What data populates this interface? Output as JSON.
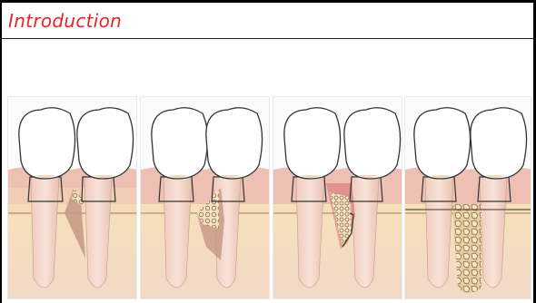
{
  "slide": {
    "title": "Introduction"
  },
  "panels": [
    {
      "id": "panel-1",
      "defect": "narrow-triangular"
    },
    {
      "id": "panel-2",
      "defect": "wide-cancellous"
    },
    {
      "id": "panel-3",
      "defect": "narrow-deep"
    },
    {
      "id": "panel-4",
      "defect": "horizontal-wide"
    }
  ],
  "colors": {
    "title": "#e8232a",
    "gingiva": "#eec0b4",
    "bone": "#f4ddb0",
    "root": "#f2d2c4",
    "defect": "#c89a88",
    "crown": "#ffffff"
  }
}
